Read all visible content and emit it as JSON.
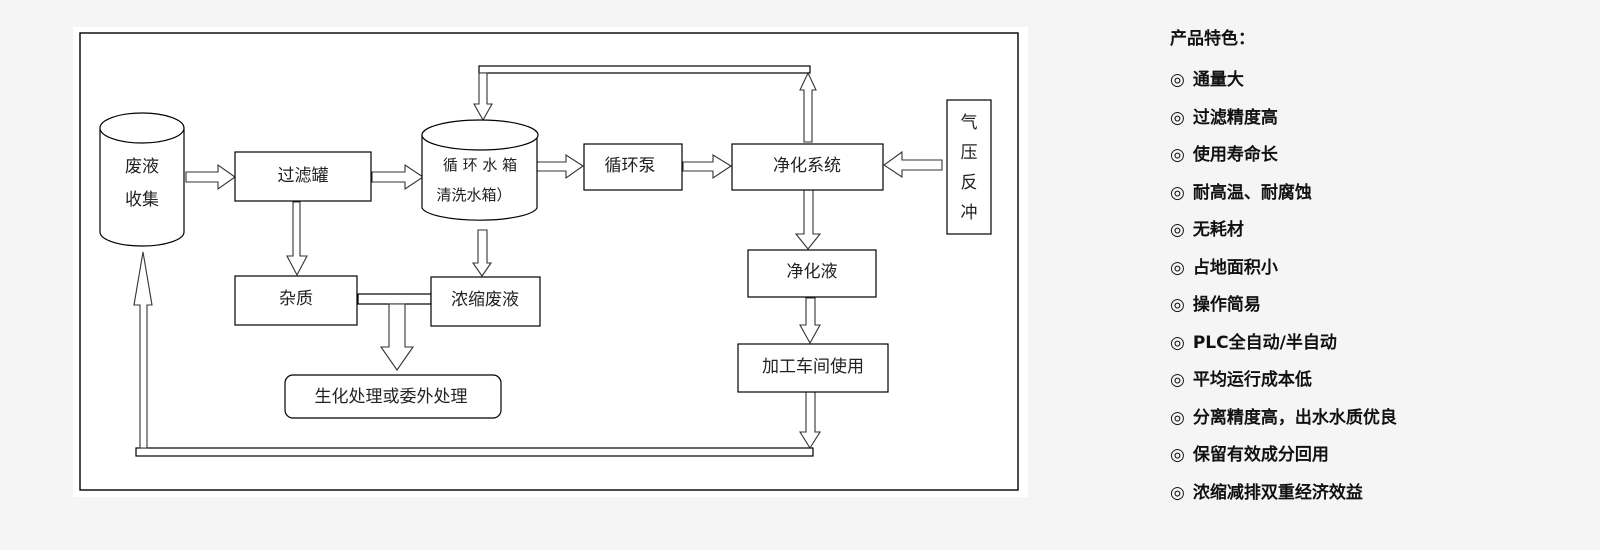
{
  "diagram": {
    "nodes": {
      "waste_collection": [
        "废液",
        "收集"
      ],
      "filter_tank": "过滤罐",
      "circulation_tank": [
        "循 环 水 箱",
        "清洗水箱）"
      ],
      "circulation_pump": "循环泵",
      "purification_system": "净化系统",
      "air_backflush": [
        "气",
        "压",
        "反",
        "冲"
      ],
      "impurities": "杂质",
      "concentrated_waste": "浓缩废液",
      "treatment": "生化处理或委外处理",
      "purified_liquid": "净化液",
      "workshop_use": "加工车间使用"
    },
    "edges": [
      {
        "from": "waste_collection",
        "to": "filter_tank"
      },
      {
        "from": "filter_tank",
        "to": "circulation_tank"
      },
      {
        "from": "circulation_tank",
        "to": "circulation_pump"
      },
      {
        "from": "circulation_pump",
        "to": "purification_system"
      },
      {
        "from": "air_backflush",
        "to": "purification_system"
      },
      {
        "from": "purification_system",
        "to": "circulation_tank"
      },
      {
        "from": "purification_system",
        "to": "purified_liquid"
      },
      {
        "from": "purified_liquid",
        "to": "workshop_use"
      },
      {
        "from": "workshop_use",
        "to": "waste_collection"
      },
      {
        "from": "filter_tank",
        "to": "impurities"
      },
      {
        "from": "circulation_tank",
        "to": "concentrated_waste"
      },
      {
        "from": "impurities",
        "to": "treatment"
      },
      {
        "from": "concentrated_waste",
        "to": "treatment"
      }
    ]
  },
  "features": {
    "title": "产品特色：",
    "bullet": "◎",
    "items": [
      "通量大",
      "过滤精度高",
      "使用寿命长",
      "耐高温、耐腐蚀",
      "无耗材",
      "占地面积小",
      "操作简易",
      "PLC全自动/半自动",
      "平均运行成本低",
      "分离精度高，出水水质优良",
      "保留有效成分回用",
      "浓缩减排双重经济效益"
    ]
  }
}
